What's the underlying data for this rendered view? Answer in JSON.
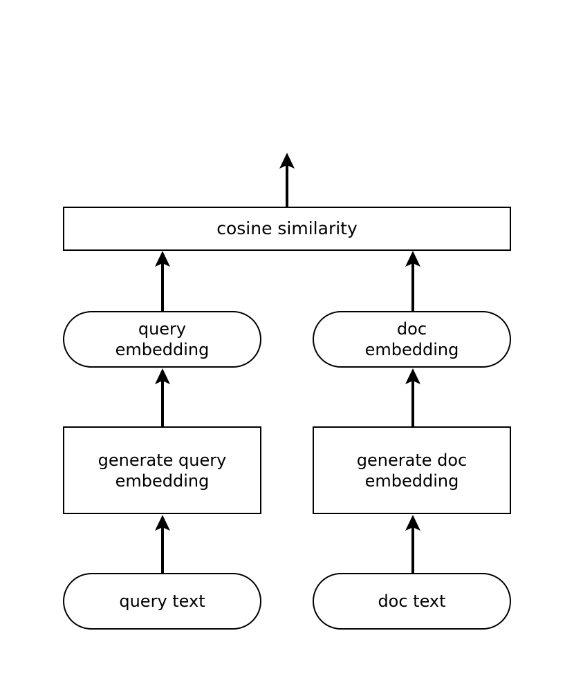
{
  "diagram": {
    "title_text": "",
    "background_color": "#ffffff",
    "stroke_color": "#000000",
    "text_color": "#000000",
    "nodes": {
      "cosine": {
        "label": "cosine similarity",
        "shape": "rect"
      },
      "query_embedding": {
        "label": "query\nembedding",
        "shape": "stadium"
      },
      "doc_embedding": {
        "label": "doc\nembedding",
        "shape": "stadium"
      },
      "generate_query": {
        "label": "generate query\nembedding",
        "shape": "rect"
      },
      "generate_doc": {
        "label": "generate doc\nembedding",
        "shape": "rect"
      },
      "query_text": {
        "label": "query text",
        "shape": "stadium"
      },
      "doc_text": {
        "label": "doc text",
        "shape": "stadium"
      }
    },
    "edges": [
      {
        "name": "query-text-to-generate-query",
        "from": "query_text",
        "to": "generate_query",
        "direction": "up"
      },
      {
        "name": "generate-query-to-query-embedding",
        "from": "generate_query",
        "to": "query_embedding",
        "direction": "up"
      },
      {
        "name": "query-embedding-to-cosine",
        "from": "query_embedding",
        "to": "cosine",
        "direction": "up"
      },
      {
        "name": "doc-text-to-generate-doc",
        "from": "doc_text",
        "to": "generate_doc",
        "direction": "up"
      },
      {
        "name": "generate-doc-to-doc-embedding",
        "from": "generate_doc",
        "to": "doc_embedding",
        "direction": "up"
      },
      {
        "name": "doc-embedding-to-cosine",
        "from": "doc_embedding",
        "to": "cosine",
        "direction": "up"
      },
      {
        "name": "cosine-output",
        "from": "cosine",
        "to": "output",
        "direction": "up"
      }
    ]
  }
}
